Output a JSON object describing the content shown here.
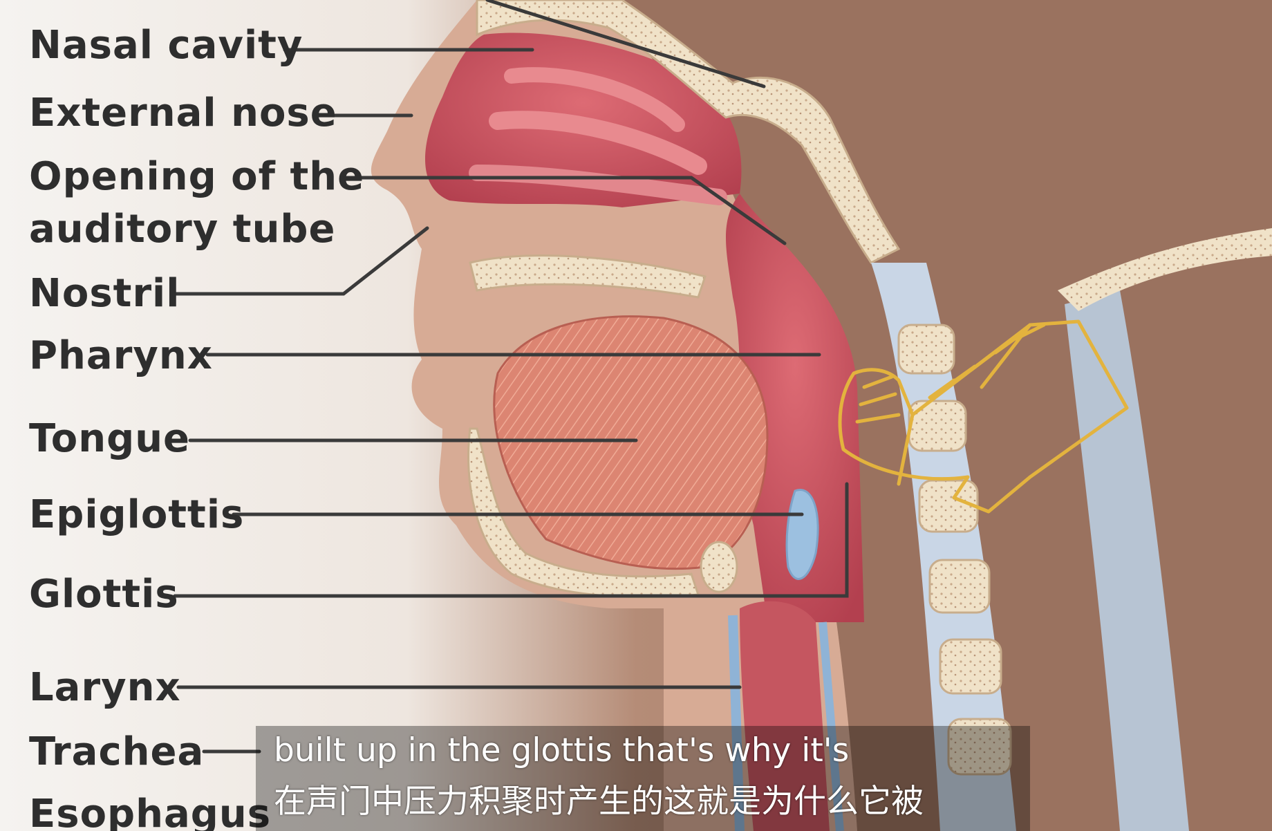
{
  "labels": {
    "nasal_cavity": "Nasal cavity",
    "external_nose": "External nose",
    "opening_line1": "Opening of the",
    "opening_line2": "auditory tube",
    "nostril": "Nostril",
    "pharynx": "Pharynx",
    "tongue": "Tongue",
    "epiglottis": "Epiglottis",
    "glottis": "Glottis",
    "larynx": "Larynx",
    "trachea": "Trachea",
    "esophagus": "Esophagus"
  },
  "subtitle": {
    "english": "built up in the glottis that's why it's",
    "chinese": "在声门中压力积聚时产生的这就是为什么它被"
  },
  "colors": {
    "skin": "#c99f86",
    "background_skin": "#9c7462",
    "mucosa": "#c9525f",
    "bone": "#efe0c4",
    "cartilage": "#8fb3d6",
    "annotation": "#e3b33e",
    "leader_line": "#3a3a3a"
  }
}
